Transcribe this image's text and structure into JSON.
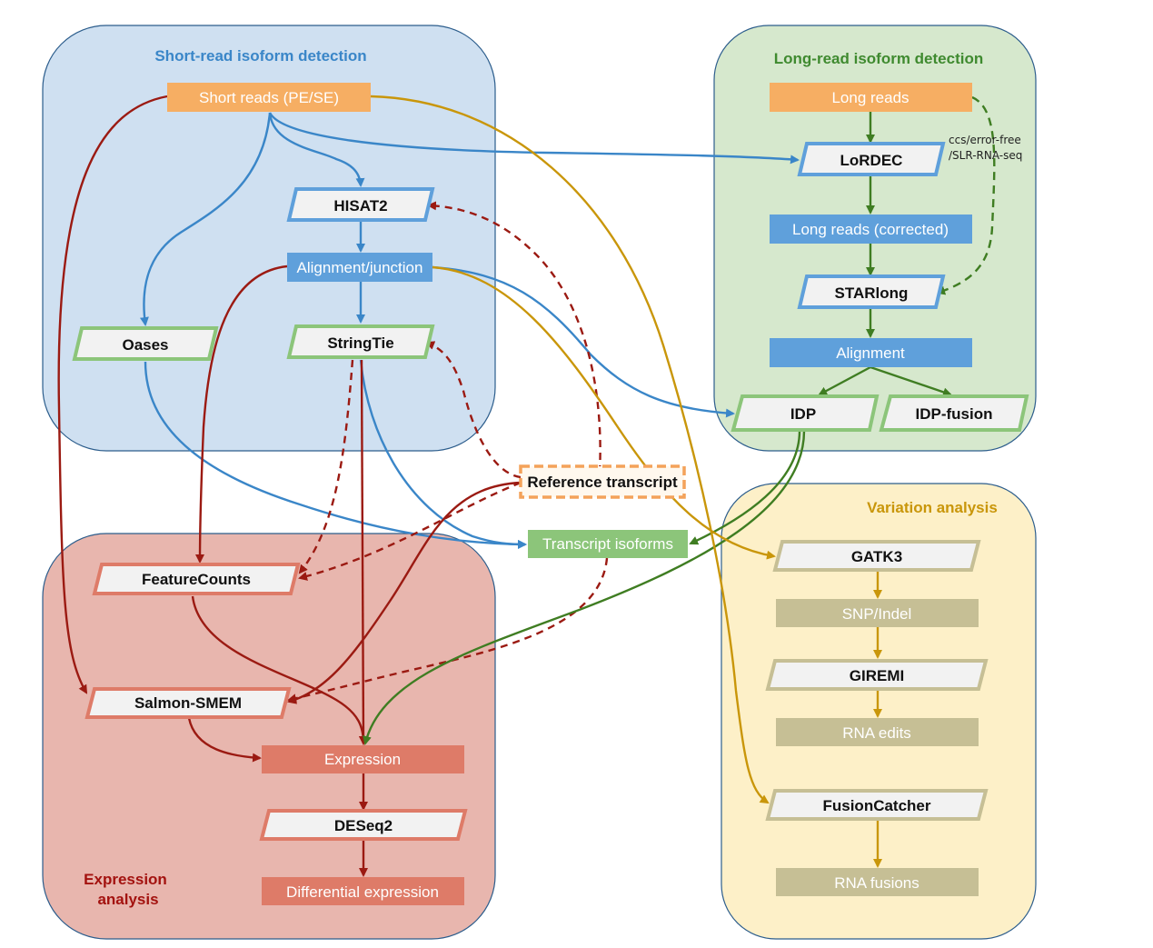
{
  "groups": {
    "short_read": {
      "title": "Short-read isoform detection",
      "color": "#3a86c8",
      "fill": "#cfe0f1"
    },
    "long_read": {
      "title": "Long-read isoform detection",
      "color": "#3f8a2f",
      "fill": "#d6e8cd"
    },
    "expression": {
      "title_line1": "Expression",
      "title_line2": "analysis",
      "color": "#a3120f",
      "fill": "#e8b6ae"
    },
    "variation": {
      "title": "Variation analysis",
      "color": "#c9960a",
      "fill": "#fdf0c8"
    }
  },
  "nodes": {
    "short_reads": "Short reads (PE/SE)",
    "hisat2": "HISAT2",
    "alignment_junction": "Alignment/junction",
    "oases": "Oases",
    "stringtie": "StringTie",
    "long_reads": "Long reads",
    "lordec": "LoRDEC",
    "long_reads_corrected": "Long reads (corrected)",
    "starlong": "STARlong",
    "alignment": "Alignment",
    "idp": "IDP",
    "idp_fusion": "IDP-fusion",
    "reference_transcript": "Reference transcript",
    "transcript_isoforms": "Transcript isoforms",
    "featurecounts": "FeatureCounts",
    "salmon_smem": "Salmon-SMEM",
    "expression": "Expression",
    "deseq2": "DESeq2",
    "differential_expression": "Differential expression",
    "gatk3": "GATK3",
    "snp_indel": "SNP/Indel",
    "giremi": "GIREMI",
    "rna_edits": "RNA edits",
    "fusioncatcher": "FusionCatcher",
    "rna_fusions": "RNA fusions"
  },
  "notes": {
    "ccs_line1": "ccs/error-free",
    "ccs_line2": "/SLR-RNA-seq"
  },
  "colors": {
    "blue_edge": "#3a86c8",
    "dark_red_edge": "#9b1a12",
    "green_edge": "#3f7d22",
    "gold_edge": "#c9960a",
    "orange_node": "#f6ae63",
    "blue_node": "#5fa0db",
    "green_node": "#8cc57a",
    "salmon_node": "#de7b68",
    "khaki_node": "#c6bf95"
  }
}
